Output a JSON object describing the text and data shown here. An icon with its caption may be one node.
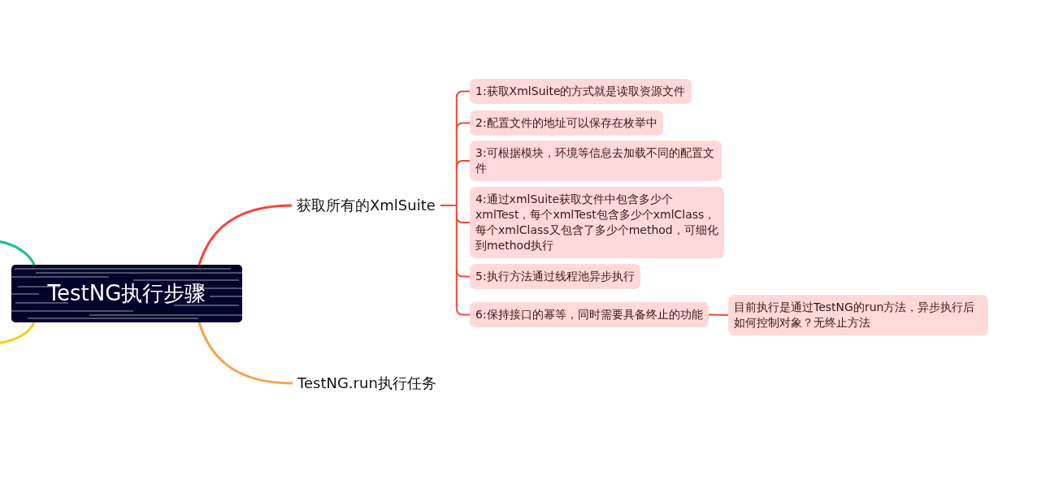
{
  "diagram": {
    "nodes": [
      {
        "text": [
          "TestNG执行步骤"
        ]
      },
      {
        "text": [
          "获取所有的XmlSuite"
        ]
      },
      {
        "text": [
          "1:获取XmlSuite的方式就是读取资源文件"
        ]
      },
      {
        "text": [
          "2:配置文件的地址可以保存在枚举中"
        ]
      },
      {
        "text": [
          "3:可根据模块，环境等信息去加载不同的配置文件"
        ]
      },
      {
        "text": [
          "4:通过xmlSuite获取文件中包含多少个xmlTest，每个xmlTest包含多少个xmlClass，每个xmlClass又包含了多少个method，可细化到method执行"
        ]
      },
      {
        "text": [
          "5:执行方法通过线程池异步执行"
        ]
      },
      {
        "text": [
          "6:保持接口的幂等，同时需要具备终止的功能"
        ]
      },
      {
        "text": [
          "目前执行是通过TestNG的run方法，异步执行后如何控制对象？无终止方法"
        ]
      },
      {
        "text": [
          "TestNG.run执行任务"
        ]
      }
    ],
    "edges": [
      {
        "from": 0,
        "to": 1,
        "arrow": "none"
      },
      {
        "from": 1,
        "to": 2,
        "arrow": "none"
      },
      {
        "from": 1,
        "to": 3,
        "arrow": "none"
      },
      {
        "from": 1,
        "to": 4,
        "arrow": "none"
      },
      {
        "from": 1,
        "to": 5,
        "arrow": "none"
      },
      {
        "from": 1,
        "to": 6,
        "arrow": "none"
      },
      {
        "from": 1,
        "to": 7,
        "arrow": "none"
      },
      {
        "from": 7,
        "to": 8,
        "arrow": "none"
      },
      {
        "from": 0,
        "to": 9,
        "arrow": "none",
        "color": "#f4a24c"
      },
      {
        "from": 0,
        "to": null,
        "arrow": "none",
        "color": "#1fbf86"
      },
      {
        "from": 0,
        "to": null,
        "arrow": "none",
        "color": "#f3d21e"
      }
    ]
  }
}
